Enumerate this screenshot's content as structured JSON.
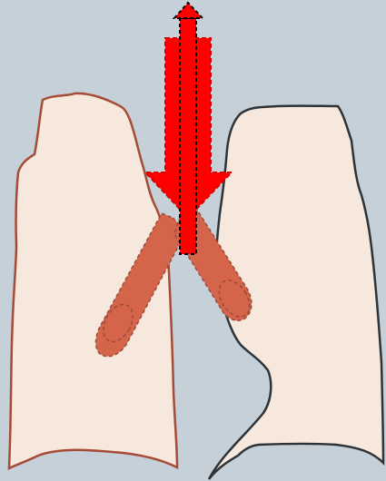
{
  "figure": {
    "type": "schematic-illustration",
    "background_color": "#c5d0d8",
    "lungs": {
      "left": {
        "fill": "#f6e8dc",
        "stroke": "#a64b37"
      },
      "right": {
        "fill": "#f6e8dc",
        "stroke": "#2e3338"
      }
    },
    "bronchi": {
      "fill": "#d4654b",
      "stroke": "#9a4a3a",
      "style": "dashed"
    },
    "arrows": {
      "down": {
        "color": "#ff0000",
        "outline": "#d60000",
        "meaning": "downward-force"
      },
      "up": {
        "color": "#ff0000",
        "outline": "#000000",
        "meaning": "upward-force",
        "style": "dashed"
      }
    }
  }
}
